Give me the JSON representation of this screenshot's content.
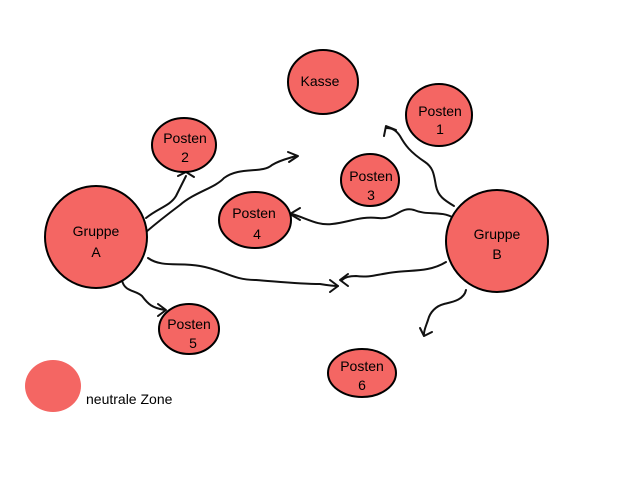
{
  "colors": {
    "node_fill": "#f46663",
    "node_stroke": "#000000",
    "arrow": "#111111"
  },
  "nodes": {
    "kasse": {
      "line1": "Kasse",
      "line2": ""
    },
    "posten1": {
      "line1": "Posten",
      "line2": "1"
    },
    "posten2": {
      "line1": "Posten",
      "line2": "2"
    },
    "posten3": {
      "line1": "Posten",
      "line2": "3"
    },
    "posten4": {
      "line1": "Posten",
      "line2": "4"
    },
    "posten5": {
      "line1": "Posten",
      "line2": "5"
    },
    "posten6": {
      "line1": "Posten",
      "line2": "6"
    },
    "gruppe_a": {
      "line1": "Gruppe",
      "line2": "A"
    },
    "gruppe_b": {
      "line1": "Gruppe",
      "line2": "B"
    }
  },
  "legend": {
    "label": "neutrale Zone"
  }
}
